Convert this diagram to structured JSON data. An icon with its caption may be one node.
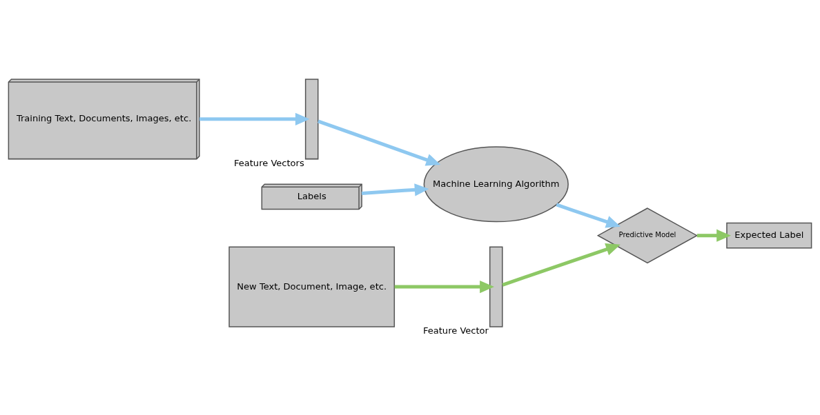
{
  "diagram": {
    "nodes": [
      {
        "text": [
          "Training Text, Documents, Images, etc."
        ]
      },
      {
        "text": [],
        "shape": "bar",
        "beside": [
          "Feature Vectors"
        ]
      },
      {
        "text": [
          "Labels"
        ]
      },
      {
        "text": [
          "Machine Learning Algorithm"
        ]
      },
      {
        "text": [
          "New Text, Document, Image, etc."
        ]
      },
      {
        "text": [],
        "shape": "bar",
        "beside": [
          "Feature Vector"
        ]
      },
      {
        "text": [
          "Predictive Model"
        ]
      },
      {
        "text": [
          "Expected Label"
        ]
      }
    ],
    "edges": [
      {
        "from": 0,
        "to": 1,
        "arrow": "to"
      },
      {
        "from": 1,
        "to": 3,
        "arrow": "to"
      },
      {
        "from": 2,
        "to": 3,
        "arrow": "to"
      },
      {
        "from": 3,
        "to": 6,
        "arrow": "to"
      },
      {
        "from": 4,
        "to": 5,
        "arrow": "to",
        "color": "#8dc865"
      },
      {
        "from": 5,
        "to": 6,
        "arrow": "to",
        "color": "#8dc865"
      },
      {
        "from": 6,
        "to": 7,
        "arrow": "to",
        "color": "#8dc865"
      }
    ]
  }
}
